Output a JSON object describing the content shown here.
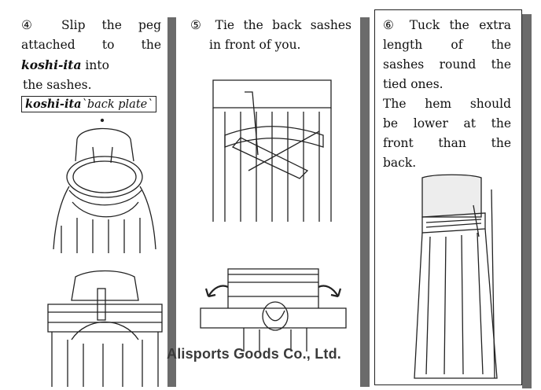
{
  "panel1": {
    "lines": [
      "④ Slip the peg",
      "attached to the"
    ],
    "line3_term": "koshi-ita",
    "line3_rest": " into",
    "line4": "the sashes.",
    "note_term": "koshi-ita",
    "note_rest": "`back plate`"
  },
  "panel2": {
    "lines": [
      "⑤ Tie the back sashes",
      "in front of you."
    ]
  },
  "panel3": {
    "lines": [
      "⑥ Tuck the extra",
      "length of the",
      "sashes round the",
      "tied ones.",
      "The hem should",
      "be lower at the",
      "front than the",
      "back."
    ]
  },
  "watermark": "Alisports Goods Co., Ltd.",
  "colors": {
    "shadow": "#6b6b6b",
    "line": "#222222",
    "watermark": "#3a3a3a"
  }
}
